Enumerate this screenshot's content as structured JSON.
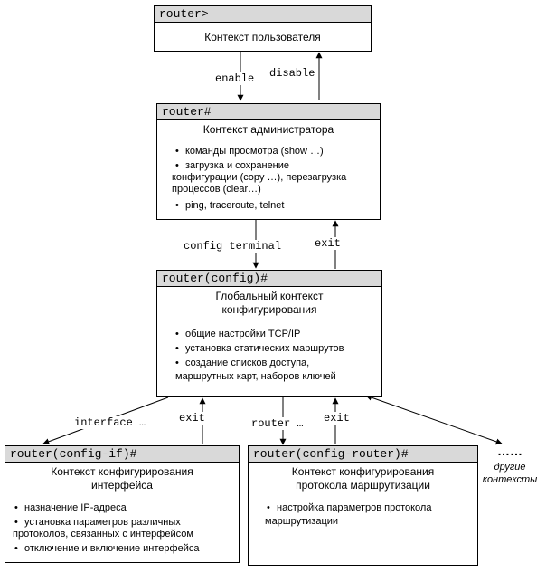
{
  "user_ctx": {
    "prompt": "router>",
    "title": "Контекст пользователя"
  },
  "admin_ctx": {
    "prompt": "router#",
    "title": "Контекст администратора",
    "items": [
      "команды просмотра (show …)",
      "загрузка и сохранение",
      "конфигурации (copy …), перезагрузка",
      "процессов (clear…)",
      "ping, traceroute, telnet"
    ]
  },
  "config_ctx": {
    "prompt": "router(config)#",
    "title_line1": "Глобальный контекст",
    "title_line2": "конфигурирования",
    "items": [
      "общие настройки TCP/IP",
      "установка статических маршрутов",
      "создание списков доступа,",
      "маршрутных карт, наборов ключей"
    ]
  },
  "if_ctx": {
    "prompt": "router(config-if)#",
    "title_line1": "Контекст конфигурирования",
    "title_line2": "интерфейса",
    "items": [
      "назначение IP-адреса",
      "установка параметров различных",
      "протоколов, связанных с интерфейсом",
      "отключение и включение интерфейса"
    ]
  },
  "router_ctx": {
    "prompt": "router(config-router)#",
    "title_line1": "Контекст конфигурирования",
    "title_line2": "протокола маршрутизации",
    "items": [
      "настройка параметров протокола",
      "маршрутизации"
    ]
  },
  "labels": {
    "enable": "enable",
    "disable": "disable",
    "config_terminal": "config terminal",
    "exit_admin": "exit",
    "interface": "interface …",
    "exit_if": "exit",
    "router": "router …",
    "exit_router": "exit"
  },
  "other": {
    "dots": "……",
    "line1": "другие",
    "line2": "контексты"
  }
}
